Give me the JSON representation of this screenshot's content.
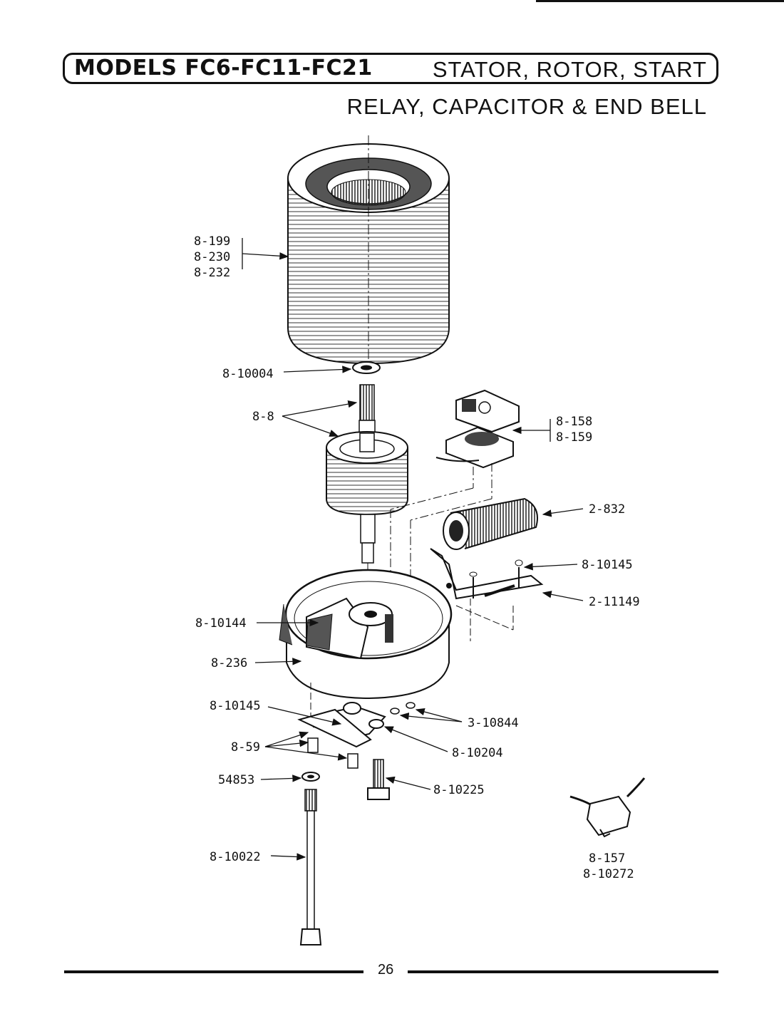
{
  "header": {
    "models": "MODELS FC6-FC11-FC21",
    "title_line1": "STATOR, ROTOR, START",
    "title_line2": "RELAY, CAPACITOR & END BELL"
  },
  "parts": {
    "stator": [
      "8-199",
      "8-230",
      "8-232"
    ],
    "washer_top": "8-10004",
    "rotor": "8-8",
    "relay": [
      "8-158",
      "8-159"
    ],
    "capacitor": "2-832",
    "screw_bracket": "8-10145",
    "bracket": "2-11149",
    "insulator": "8-10144",
    "end_bell": "8-236",
    "screw_lower": "8-10145",
    "screws_nut": "3-10844",
    "bearing": "8-59",
    "nut": "8-10204",
    "washer": "54853",
    "bolt": "8-10225",
    "thru_bolt": "8-10022",
    "protector": [
      "8-157",
      "8-10272"
    ]
  },
  "footer": {
    "page_number": "26"
  }
}
